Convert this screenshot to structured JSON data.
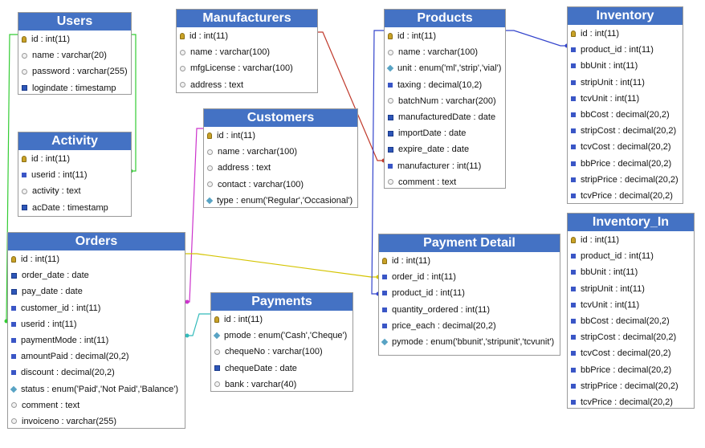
{
  "tables": {
    "users": {
      "title": "Users",
      "fields": [
        {
          "label": "id : int(11)",
          "icon": "primary-key-icon"
        },
        {
          "label": "name : varchar(20)",
          "icon": "text-field-icon"
        },
        {
          "label": "password : varchar(255)",
          "icon": "text-field-icon"
        },
        {
          "label": "logindate : timestamp",
          "icon": "date-field-icon"
        }
      ]
    },
    "activity": {
      "title": "Activity",
      "fields": [
        {
          "label": "id : int(11)",
          "icon": "primary-key-icon"
        },
        {
          "label": "userid : int(11)",
          "icon": "numeric-field-icon"
        },
        {
          "label": "activity : text",
          "icon": "text-field-icon"
        },
        {
          "label": "acDate : timestamp",
          "icon": "date-field-icon"
        }
      ]
    },
    "manufacturers": {
      "title": "Manufacturers",
      "fields": [
        {
          "label": "id : int(11)",
          "icon": "primary-key-icon"
        },
        {
          "label": "name : varchar(100)",
          "icon": "text-field-icon"
        },
        {
          "label": "mfgLicense : varchar(100)",
          "icon": "text-field-icon"
        },
        {
          "label": "address : text",
          "icon": "text-field-icon"
        }
      ]
    },
    "customers": {
      "title": "Customers",
      "fields": [
        {
          "label": "id : int(11)",
          "icon": "primary-key-icon"
        },
        {
          "label": "name : varchar(100)",
          "icon": "text-field-icon"
        },
        {
          "label": "address : text",
          "icon": "text-field-icon"
        },
        {
          "label": "contact : varchar(100)",
          "icon": "text-field-icon"
        },
        {
          "label": "type : enum('Regular','Occasional')",
          "icon": "enum-field-icon"
        }
      ]
    },
    "products": {
      "title": "Products",
      "fields": [
        {
          "label": "id : int(11)",
          "icon": "primary-key-icon"
        },
        {
          "label": "name : varchar(100)",
          "icon": "text-field-icon"
        },
        {
          "label": "unit : enum('ml','strip','vial')",
          "icon": "enum-field-icon"
        },
        {
          "label": "taxing : decimal(10,2)",
          "icon": "numeric-field-icon"
        },
        {
          "label": "batchNum : varchar(200)",
          "icon": "text-field-icon"
        },
        {
          "label": "manufacturedDate : date",
          "icon": "date-field-icon"
        },
        {
          "label": "importDate : date",
          "icon": "date-field-icon"
        },
        {
          "label": "expire_date : date",
          "icon": "date-field-icon"
        },
        {
          "label": "manufacturer : int(11)",
          "icon": "numeric-field-icon"
        },
        {
          "label": "comment : text",
          "icon": "text-field-icon"
        }
      ]
    },
    "inventory": {
      "title": "Inventory",
      "fields": [
        {
          "label": "id : int(11)",
          "icon": "primary-key-icon"
        },
        {
          "label": "product_id : int(11)",
          "icon": "numeric-field-icon"
        },
        {
          "label": "bbUnit : int(11)",
          "icon": "numeric-field-icon"
        },
        {
          "label": "stripUnit : int(11)",
          "icon": "numeric-field-icon"
        },
        {
          "label": "tcvUnit : int(11)",
          "icon": "numeric-field-icon"
        },
        {
          "label": "bbCost : decimal(20,2)",
          "icon": "numeric-field-icon"
        },
        {
          "label": "stripCost : decimal(20,2)",
          "icon": "numeric-field-icon"
        },
        {
          "label": "tcvCost : decimal(20,2)",
          "icon": "numeric-field-icon"
        },
        {
          "label": "bbPrice : decimal(20,2)",
          "icon": "numeric-field-icon"
        },
        {
          "label": "stripPrice : decimal(20,2)",
          "icon": "numeric-field-icon"
        },
        {
          "label": "tcvPrice : decimal(20,2)",
          "icon": "numeric-field-icon"
        }
      ]
    },
    "orders": {
      "title": "Orders",
      "fields": [
        {
          "label": "id : int(11)",
          "icon": "primary-key-icon"
        },
        {
          "label": "order_date : date",
          "icon": "date-field-icon"
        },
        {
          "label": "pay_date : date",
          "icon": "date-field-icon"
        },
        {
          "label": "customer_id : int(11)",
          "icon": "numeric-field-icon"
        },
        {
          "label": "userid : int(11)",
          "icon": "numeric-field-icon"
        },
        {
          "label": "paymentMode : int(11)",
          "icon": "numeric-field-icon"
        },
        {
          "label": "amountPaid : decimal(20,2)",
          "icon": "numeric-field-icon"
        },
        {
          "label": "discount : decimal(20,2)",
          "icon": "numeric-field-icon"
        },
        {
          "label": "status : enum('Paid','Not Paid','Balance')",
          "icon": "enum-field-icon"
        },
        {
          "label": "comment : text",
          "icon": "text-field-icon"
        },
        {
          "label": "invoiceno : varchar(255)",
          "icon": "text-field-icon"
        }
      ]
    },
    "payments": {
      "title": "Payments",
      "fields": [
        {
          "label": "id : int(11)",
          "icon": "primary-key-icon"
        },
        {
          "label": "pmode : enum('Cash','Cheque')",
          "icon": "enum-field-icon"
        },
        {
          "label": "chequeNo : varchar(100)",
          "icon": "text-field-icon"
        },
        {
          "label": "chequeDate : date",
          "icon": "date-field-icon"
        },
        {
          "label": "bank : varchar(40)",
          "icon": "text-field-icon"
        }
      ]
    },
    "payment_detail": {
      "title": "Payment Detail",
      "fields": [
        {
          "label": "id : int(11)",
          "icon": "primary-key-icon"
        },
        {
          "label": "order_id : int(11)",
          "icon": "numeric-field-icon"
        },
        {
          "label": "product_id : int(11)",
          "icon": "numeric-field-icon"
        },
        {
          "label": "quantity_ordered : int(11)",
          "icon": "numeric-field-icon"
        },
        {
          "label": "price_each : decimal(20,2)",
          "icon": "numeric-field-icon"
        },
        {
          "label": "pymode : enum('bbunit','stripunit','tcvunit')",
          "icon": "enum-field-icon"
        }
      ]
    },
    "inventory_in": {
      "title": "Inventory_In",
      "fields": [
        {
          "label": "id : int(11)",
          "icon": "primary-key-icon"
        },
        {
          "label": "product_id : int(11)",
          "icon": "numeric-field-icon"
        },
        {
          "label": "bbUnit : int(11)",
          "icon": "numeric-field-icon"
        },
        {
          "label": "stripUnit : int(11)",
          "icon": "numeric-field-icon"
        },
        {
          "label": "tcvUnit : int(11)",
          "icon": "numeric-field-icon"
        },
        {
          "label": "bbCost : decimal(20,2)",
          "icon": "numeric-field-icon"
        },
        {
          "label": "stripCost : decimal(20,2)",
          "icon": "numeric-field-icon"
        },
        {
          "label": "tcvCost : decimal(20,2)",
          "icon": "numeric-field-icon"
        },
        {
          "label": "bbPrice : decimal(20,2)",
          "icon": "numeric-field-icon"
        },
        {
          "label": "stripPrice : decimal(20,2)",
          "icon": "numeric-field-icon"
        },
        {
          "label": "tcvPrice : decimal(20,2)",
          "icon": "numeric-field-icon"
        }
      ]
    }
  },
  "colors": {
    "header": "#4472c4",
    "header_text": "#ffffff",
    "link_users": "#33cc33",
    "link_manufacturer": "#c0392b",
    "link_customer": "#cc33cc",
    "link_payment": "#33bbbb",
    "link_order": "#d4c400",
    "link_product": "#3344cc"
  }
}
